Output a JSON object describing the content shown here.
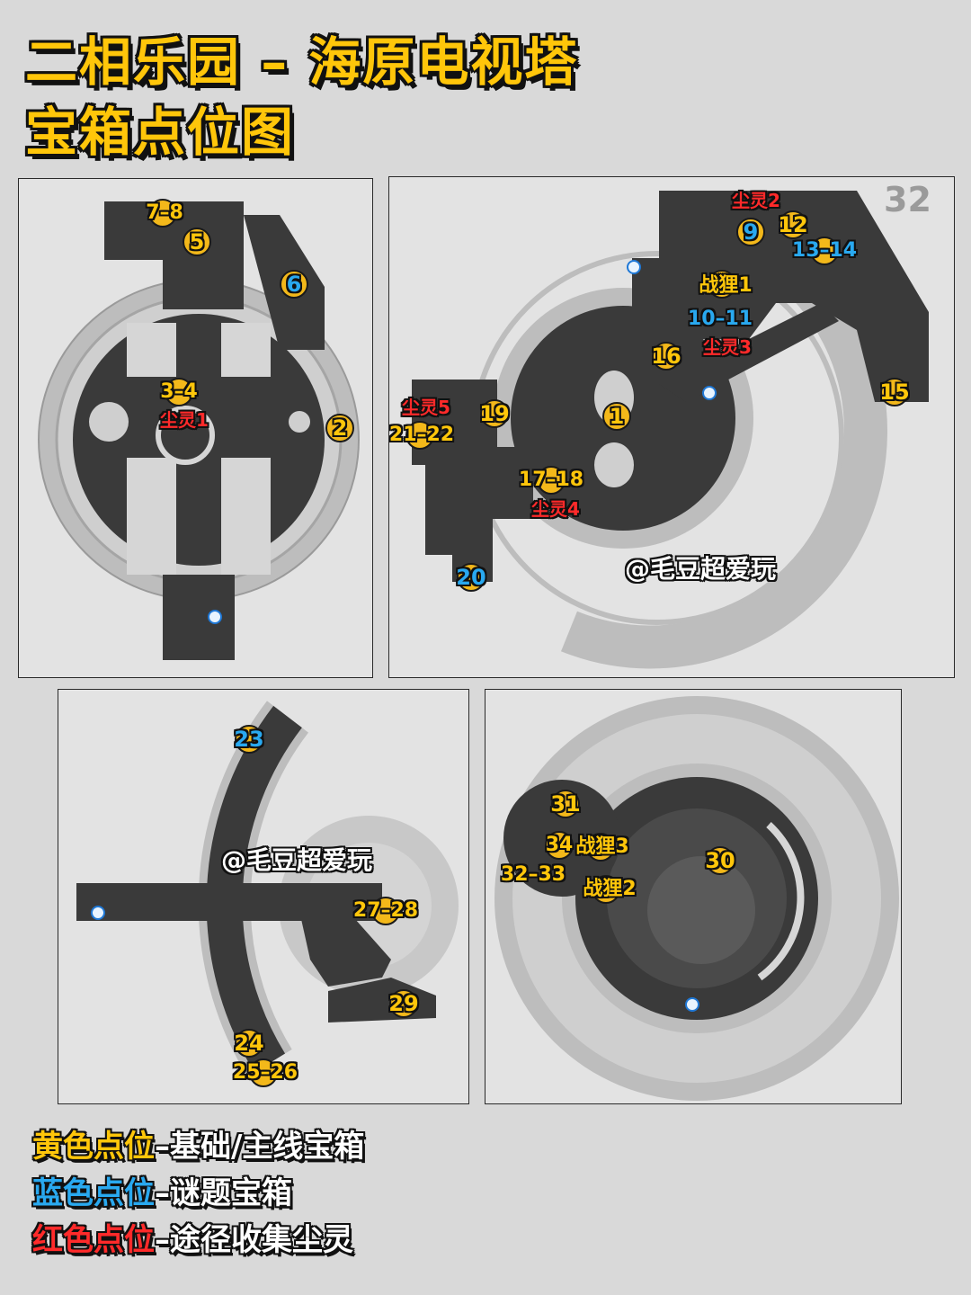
{
  "title": {
    "line1": "二相乐园 – 海原电视塔",
    "line2": "宝箱点位图"
  },
  "watermark": "@毛豆超爱玩",
  "panel_b_number": "32",
  "colors": {
    "yellow": "#ffc60a",
    "blue": "#29a9f0",
    "red": "#ff2a2a",
    "floor": "#3a3a3a",
    "ring": "#bdbdbd"
  },
  "markers": {
    "p1_7_8": "7–8",
    "p1_5": "5",
    "p1_6": "6",
    "p1_3_4": "3–4",
    "p1_chenling1": "尘灵1",
    "p1_2": "2",
    "p2_chenling2": "尘灵2",
    "p2_9": "9",
    "p2_12": "12",
    "p2_13_14": "13–14",
    "p2_zhanli1": "战狸1",
    "p2_10_11": "10–11",
    "p2_chenling3": "尘灵3",
    "p2_16": "16",
    "p2_15": "15",
    "p2_chenling5": "尘灵5",
    "p2_19": "19",
    "p2_1": "1",
    "p2_21_22": "21–22",
    "p2_17_18": "17–18",
    "p2_chenling4": "尘灵4",
    "p2_20": "20",
    "p3_23": "23",
    "p3_27_28": "27–28",
    "p3_29": "29",
    "p3_24": "24",
    "p3_25_26": "25–26",
    "p4_31": "31",
    "p4_34": "34",
    "p4_zhanli3": "战狸3",
    "p4_30": "30",
    "p4_32_33": "32–33",
    "p4_zhanli2": "战狸2"
  },
  "legend": [
    {
      "key": "黄色点位",
      "sep": "–",
      "desc": "基础/主线宝箱",
      "color": "#ffc60a"
    },
    {
      "key": "蓝色点位",
      "sep": "–",
      "desc": "谜题宝箱",
      "color": "#29a9f0"
    },
    {
      "key": "红色点位",
      "sep": "–",
      "desc": "途径收集尘灵",
      "color": "#ff2a2a"
    }
  ]
}
